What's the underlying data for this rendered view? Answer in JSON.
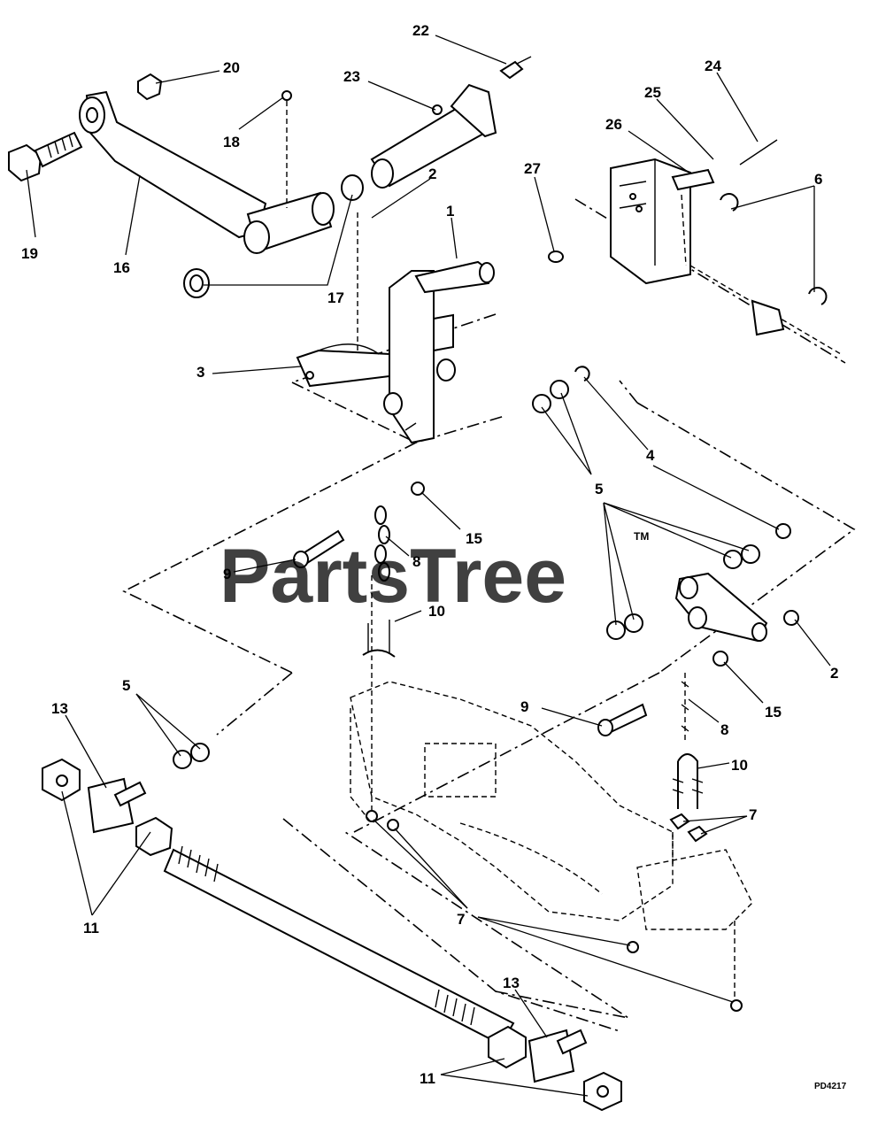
{
  "watermark": {
    "text": "PartsTree",
    "trademark": "TM"
  },
  "drawing_number": "PD4217",
  "callouts": [
    "22",
    "23",
    "20",
    "18",
    "19",
    "16",
    "17",
    "2",
    "1",
    "3",
    "24",
    "25",
    "26",
    "27",
    "6",
    "4",
    "5",
    "15",
    "9",
    "8",
    "10",
    "2",
    "9",
    "15",
    "8",
    "10",
    "7",
    "5",
    "13",
    "11",
    "7",
    "13",
    "11"
  ]
}
